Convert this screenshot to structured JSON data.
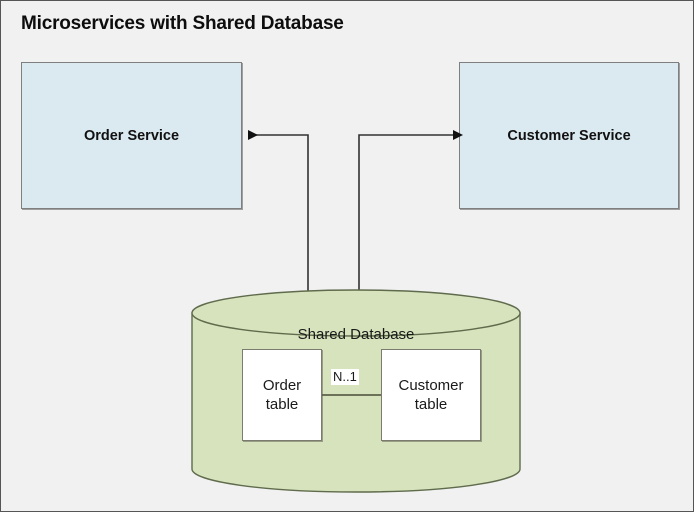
{
  "diagram": {
    "title": "Microservices with Shared Database",
    "background_color": "#f1f1f1",
    "border_color": "#555555"
  },
  "services": [
    {
      "id": "order-service",
      "label": "Order Service",
      "fill_color": "#dbe9f1",
      "border_color": "#7f7f7f"
    },
    {
      "id": "customer-service",
      "label": "Customer Service",
      "fill_color": "#dbe9f1",
      "border_color": "#7f7f7f"
    }
  ],
  "database": {
    "label": "Shared Database",
    "fill_color": "#d6e3bc",
    "border_color": "#6b7257",
    "tables": [
      {
        "id": "order-table",
        "line1": "Order",
        "line2": "table",
        "fill_color": "#ffffff"
      },
      {
        "id": "customer-table",
        "line1": "Customer",
        "line2": "table",
        "fill_color": "#ffffff"
      }
    ],
    "relation": {
      "label": "N..1",
      "line_color": "#6b7257"
    }
  },
  "connectors": [
    {
      "id": "order-service-to-database",
      "from": "shared-database",
      "to": "order-service",
      "arrowheads": "both",
      "color": "#1a1a1a"
    },
    {
      "id": "customer-service-to-database",
      "from": "shared-database",
      "to": "customer-service",
      "arrowheads": "both",
      "color": "#1a1a1a"
    }
  ]
}
